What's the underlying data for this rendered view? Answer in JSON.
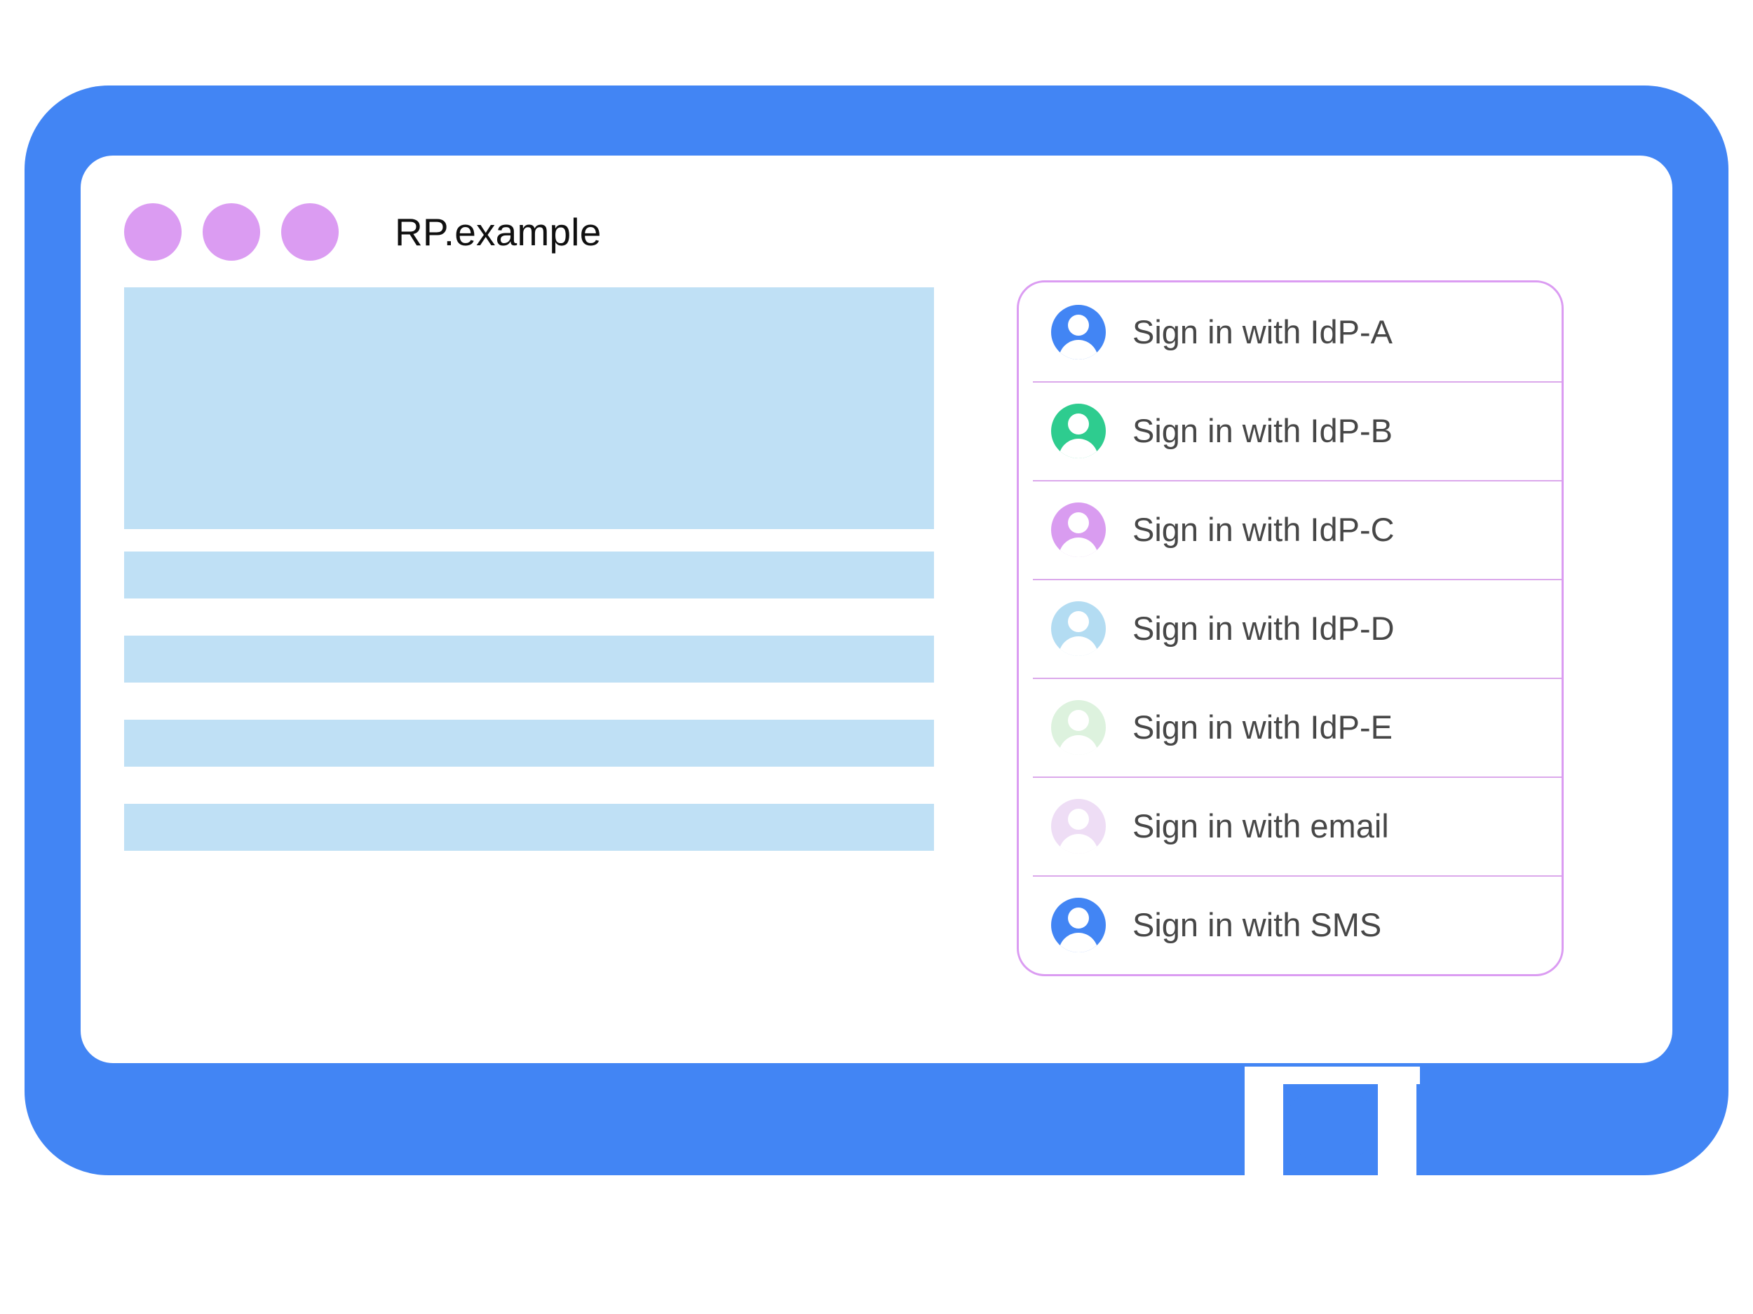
{
  "window": {
    "title": "RP.example",
    "titlebar_dots": [
      "dot-1",
      "dot-2",
      "dot-3"
    ],
    "frame_color": "#4285F4",
    "dot_color": "#DB9CF2"
  },
  "content": {
    "placeholders": [
      {
        "name": "hero-placeholder",
        "kind": "hero"
      },
      {
        "name": "line-placeholder-1",
        "kind": "bar"
      },
      {
        "name": "line-placeholder-2",
        "kind": "bar"
      },
      {
        "name": "line-placeholder-3",
        "kind": "bar"
      },
      {
        "name": "line-placeholder-4",
        "kind": "bar"
      }
    ],
    "placeholder_color": "#BFE0F5"
  },
  "signin_panel": {
    "border_color": "#DB9CF2",
    "divider_color": "#DBA8EB",
    "text_color": "#474747",
    "options": [
      {
        "label": "Sign in with IdP-A",
        "icon": "account-avatar-icon",
        "avatar_color": "#4285F4"
      },
      {
        "label": "Sign in with IdP-B",
        "icon": "account-avatar-icon",
        "avatar_color": "#2ECC8F"
      },
      {
        "label": "Sign in with IdP-C",
        "icon": "account-avatar-icon",
        "avatar_color": "#D99CF0"
      },
      {
        "label": "Sign in with IdP-D",
        "icon": "account-avatar-icon",
        "avatar_color": "#B3DCF2"
      },
      {
        "label": "Sign in with IdP-E",
        "icon": "account-avatar-icon",
        "avatar_color": "#DDF2DE"
      },
      {
        "label": "Sign in with email",
        "icon": "account-avatar-icon",
        "avatar_color": "#EEDDF5"
      },
      {
        "label": "Sign in with SMS",
        "icon": "account-avatar-icon",
        "avatar_color": "#4285F4"
      }
    ]
  },
  "device": {
    "home_button": "home-button"
  }
}
